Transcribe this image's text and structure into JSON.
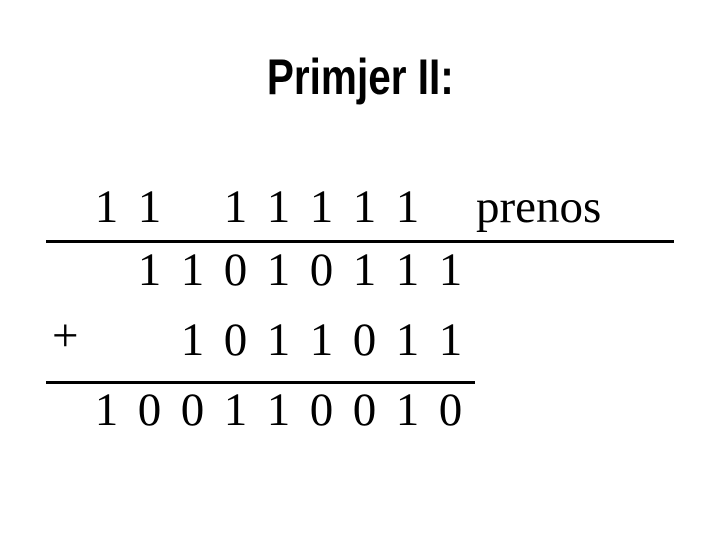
{
  "slide": {
    "title": "Primjer II:",
    "carry_label": "prenos",
    "plus_sign": "+",
    "binary_sum": {
      "carry_row": [
        "1",
        "1",
        "",
        "1",
        "1",
        "1",
        "1",
        "1",
        ""
      ],
      "addend_a": [
        "",
        "1",
        "1",
        "0",
        "1",
        "0",
        "1",
        "1",
        "1"
      ],
      "addend_b": [
        "",
        "",
        "1",
        "0",
        "1",
        "1",
        "0",
        "1",
        "1"
      ],
      "result": [
        "1",
        "0",
        "0",
        "1",
        "1",
        "0",
        "0",
        "1",
        "0"
      ]
    },
    "colors": {
      "background": "#ffffff",
      "text": "#000000",
      "rule": "#000000"
    }
  }
}
